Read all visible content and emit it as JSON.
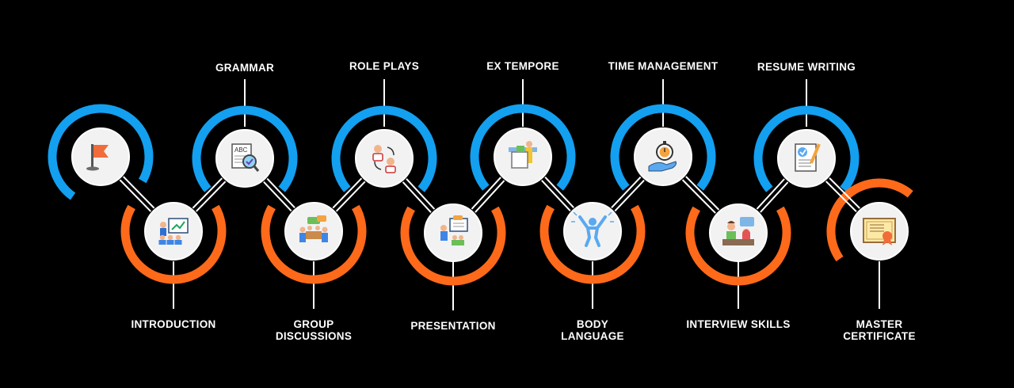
{
  "colors": {
    "background": "#000000",
    "top_ring": "#13A0F0",
    "bottom_ring": "#FF6A1A",
    "connector": "#FFFFFF",
    "circle_fill": "#F2F2F2",
    "label": "#FFFFFF"
  },
  "steps": [
    {
      "label": "",
      "icon": "flag-icon",
      "row": "top"
    },
    {
      "label": "INTRODUCTION",
      "icon": "presenter-chart-icon",
      "row": "bottom"
    },
    {
      "label": "GRAMMAR",
      "icon": "abc-magnifier-icon",
      "row": "top"
    },
    {
      "label": "GROUP\nDISCUSSIONS",
      "icon": "meeting-table-icon",
      "row": "bottom"
    },
    {
      "label": "ROLE PLAYS",
      "icon": "role-swap-icon",
      "row": "top"
    },
    {
      "label": "PRESENTATION",
      "icon": "presentation-board-icon",
      "row": "bottom"
    },
    {
      "label": "EX TEMPORE",
      "icon": "podium-speaker-icon",
      "row": "top"
    },
    {
      "label": "BODY\nLANGUAGE",
      "icon": "body-gesture-icon",
      "row": "bottom"
    },
    {
      "label": "TIME MANAGEMENT",
      "icon": "stopwatch-hand-icon",
      "row": "top"
    },
    {
      "label": "INTERVIEW SKILLS",
      "icon": "interview-icon",
      "row": "bottom"
    },
    {
      "label": "RESUME WRITING",
      "icon": "resume-document-icon",
      "row": "top"
    },
    {
      "label": "MASTER\nCERTIFICATE",
      "icon": "certificate-icon",
      "row": "bottom"
    }
  ]
}
